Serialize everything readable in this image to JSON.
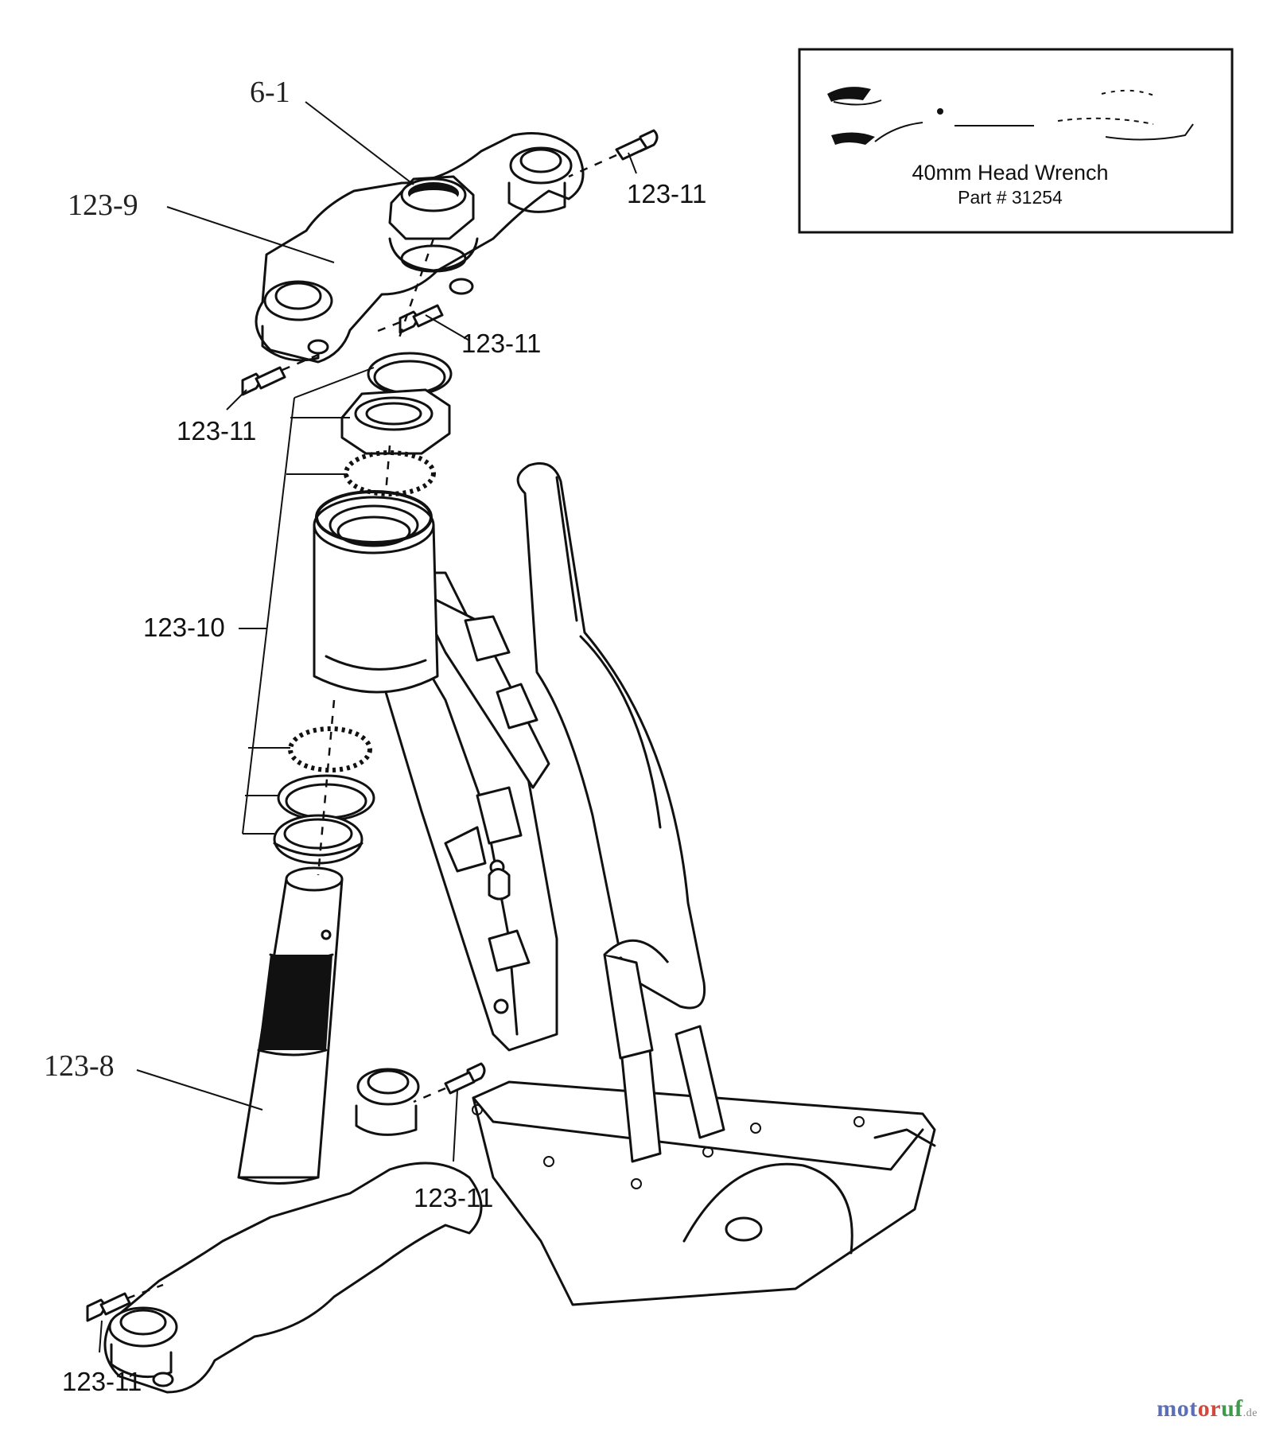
{
  "labels": {
    "nut_top": "6-1",
    "top_clamp": "123-9",
    "bearing_set": "123-10",
    "stem_lower_clamp": "123-8",
    "bolt_top_right": "123-11",
    "bolt_top_middle": "123-11",
    "bolt_top_left": "123-11",
    "bolt_lower_middle": "123-11",
    "bolt_lower_left": "123-11"
  },
  "inset": {
    "tool_name": "40mm Head Wrench",
    "part_number": "Part # 31254"
  },
  "watermark": {
    "brand_a": "mot",
    "brand_b": "or",
    "brand_c": "uf",
    "suffix": ".de"
  }
}
